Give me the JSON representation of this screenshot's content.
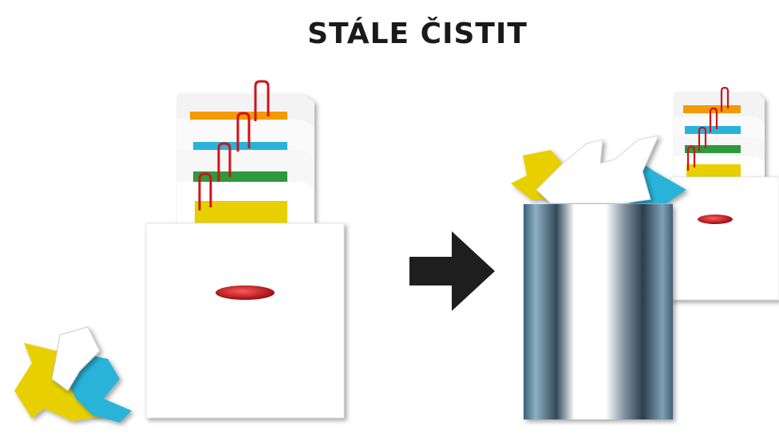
{
  "title": "STÁLE ČISTIT",
  "colors": {
    "orange": "#f29a00",
    "cyan": "#29b3d9",
    "green": "#2f9a3a",
    "yellow": "#e8d000",
    "clip_red": "#d0121b",
    "handle_red": "#c0141c",
    "arrow": "#1e1e1e"
  },
  "icons": {
    "left_group": "filing-cabinet-full",
    "arrow": "right-arrow",
    "right_group": "trash-can-and-tidy-cabinet"
  }
}
